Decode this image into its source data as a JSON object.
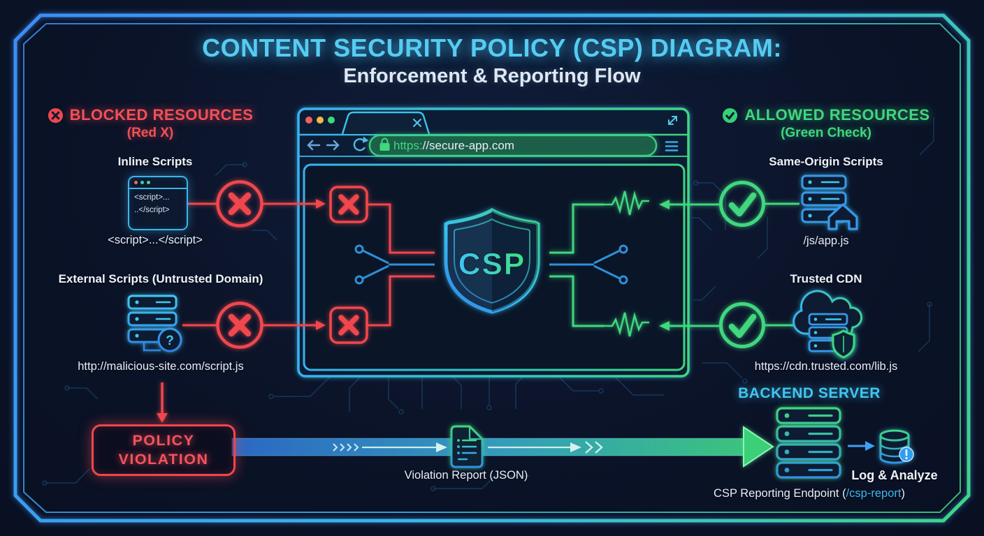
{
  "title": {
    "line1": "CONTENT SECURITY POLICY (CSP) DIAGRAM:",
    "line2": "Enforcement & Reporting Flow"
  },
  "blocked": {
    "heading": "BLOCKED RESOURCES",
    "subheading": "(Red X)",
    "inline": {
      "label": "Inline Scripts",
      "code_line1": "<script>...",
      "code_line2": "..</script>",
      "caption": "<script>...</script>"
    },
    "external": {
      "label": "External Scripts (Untrusted Domain)",
      "caption": "http://malicious-site.com/script.js"
    },
    "violation": {
      "line1": "POLICY",
      "line2": "VIOLATION"
    }
  },
  "allowed": {
    "heading": "ALLOWED RESOURCES",
    "subheading": "(Green Check)",
    "same_origin": {
      "label": "Same-Origin Scripts",
      "caption": "/js/app.js"
    },
    "cdn": {
      "label": "Trusted CDN",
      "caption": "https://cdn.trusted.com/lib.js"
    }
  },
  "browser": {
    "url_scheme": "https:",
    "url_rest": "//secure-app.com",
    "shield": "CSP"
  },
  "flow": {
    "report": "Violation Report (JSON)"
  },
  "backend": {
    "heading": "BACKEND SERVER",
    "log": "Log & Analyze",
    "endpoint_pre": "CSP Reporting Endpoint (",
    "endpoint_path": "/csp-report",
    "endpoint_post": ")"
  },
  "icons": {
    "question_mark": "?"
  },
  "colors": {
    "red": "#f0464e",
    "green": "#3fd77e",
    "cyan": "#4ecdf2",
    "blue": "#3da0e8"
  }
}
